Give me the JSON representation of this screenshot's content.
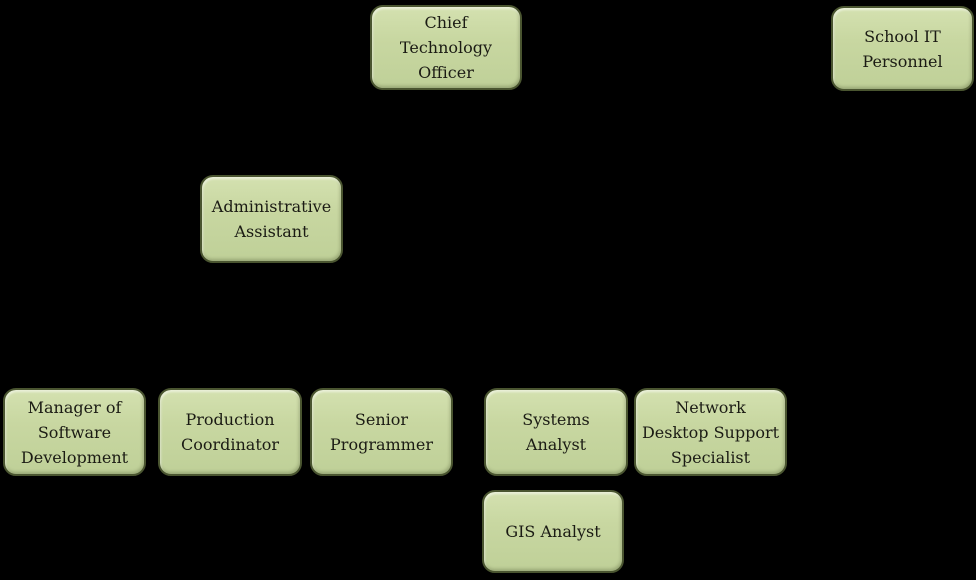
{
  "palette": {
    "background": "#000000",
    "node_fill": "#c6d5a0",
    "node_fill_highlight": "#d4e1b0",
    "node_border": "#4a5530",
    "node_text": "#1b1b14"
  },
  "org_chart": {
    "type": "org-chart",
    "nodes": [
      {
        "id": "chief-technology-officer",
        "label": "Chief Technology\nOfficer",
        "level": "top"
      },
      {
        "id": "school-it-personnel",
        "label": "School IT\nPersonnel",
        "level": "top"
      },
      {
        "id": "administrative-assistant",
        "label": "Administrative\nAssistant",
        "level": "middle"
      },
      {
        "id": "manager-of-software-development",
        "label": "Manager of\nSoftware\nDevelopment",
        "level": "bottom"
      },
      {
        "id": "production-coordinator",
        "label": "Production\nCoordinator",
        "level": "bottom"
      },
      {
        "id": "senior-programmer",
        "label": "Senior\nProgrammer",
        "level": "bottom"
      },
      {
        "id": "systems-analyst",
        "label": "Systems Analyst",
        "level": "bottom"
      },
      {
        "id": "network-desktop-support-specialist",
        "label": "Network\nDesktop Support\nSpecialist",
        "level": "bottom"
      },
      {
        "id": "gis-analyst",
        "label": "GIS Analyst",
        "level": "sub"
      }
    ]
  }
}
